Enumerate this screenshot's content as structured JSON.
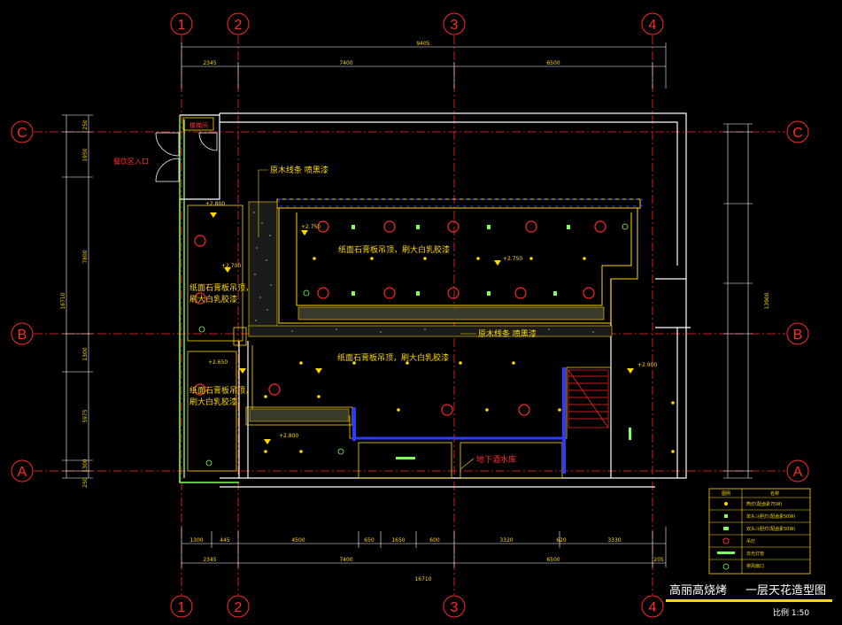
{
  "drawing": {
    "title_project": "高丽高烧烤",
    "title_sheet": "一层天花造型图",
    "scale_label": "比例 1:50"
  },
  "grid": {
    "columns": [
      "1",
      "2",
      "3",
      "4"
    ],
    "rows": [
      "C",
      "B",
      "A"
    ]
  },
  "dimensions": {
    "top_total": "9405",
    "top_segments": [
      "2345",
      "7400",
      "6500"
    ],
    "bottom_total": "16710",
    "bottom_segments_1": [
      "1300",
      "445",
      "4500",
      "650",
      "1650",
      "600",
      "3320",
      "620",
      "3330"
    ],
    "bottom_segments_2": [
      "2345",
      "7400",
      "6500",
      "205"
    ],
    "left_total": "16710",
    "left_segments": [
      "250",
      "1950",
      "7800",
      "1300",
      "5975",
      "1300",
      "250"
    ],
    "right_total": "13900"
  },
  "notes": {
    "ceiling_main": "纸面石膏板吊顶，刷大白乳胶漆",
    "ceiling_left_1": "纸面石膏板吊顶，",
    "ceiling_left_1b": "刷大白乳胶漆",
    "ceiling_left_2": "纸面石膏板吊顶，",
    "ceiling_left_2b": "刷大白乳胶漆",
    "ceiling_lower": "纸面石膏板吊顶，刷大白乳胶漆",
    "strip_top": "原木线条 喷黑漆",
    "strip_mid": "原木线条 喷黑漆",
    "entrance": "餐饮区入口",
    "basement": "地下酒水库",
    "room_small": "楼梯间"
  },
  "levels": [
    "+2.800",
    "+2.750",
    "+2.700",
    "+2.650",
    "+2.900",
    "+2.800",
    "+2.750"
  ],
  "legend": {
    "header": [
      "图例",
      "名称"
    ],
    "rows": [
      "筒灯(配卤素75W)",
      "单头斗胆灯(配卤素50W)",
      "双头斗胆灯(配卤素50W)",
      "吊灯",
      "日光灯管",
      "排风扇口"
    ]
  },
  "colors": {
    "background": "#000000",
    "grid": "#ff2a2a",
    "wall": "#ffffff",
    "dimension": "#ffd800",
    "accent_blue": "#2a3cff",
    "accent_green": "#7fff5a"
  }
}
